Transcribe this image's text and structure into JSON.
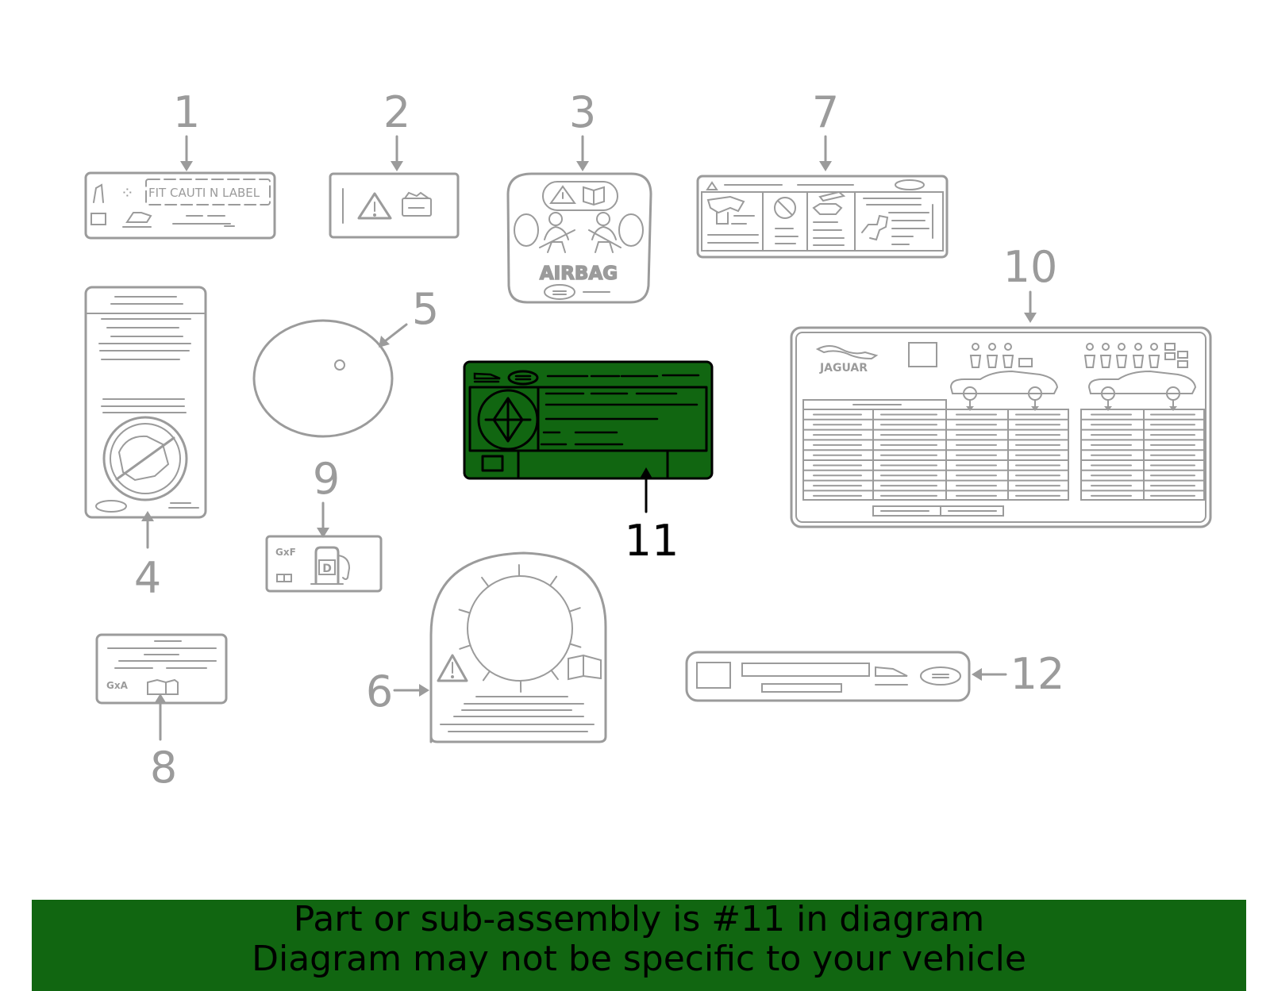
{
  "callouts": {
    "c1": "1",
    "c2": "2",
    "c3": "3",
    "c4": "4",
    "c5": "5",
    "c6": "6",
    "c7": "7",
    "c8": "8",
    "c9": "9",
    "c10": "10",
    "c11": "11",
    "c12": "12"
  },
  "label_text": {
    "fit_caution_label": "FIT CAUTI   N LABEL",
    "airbag": "AIRBAG",
    "jaguar": "JAGUAR",
    "gxf": "GxF",
    "gxa": "GxA"
  },
  "highlight": {
    "part_number": "11",
    "color": "#116611"
  },
  "banner": {
    "line1": "Part or sub-assembly is #11 in diagram",
    "line2": "Diagram may not be specific to your vehicle",
    "color": "#116611"
  }
}
